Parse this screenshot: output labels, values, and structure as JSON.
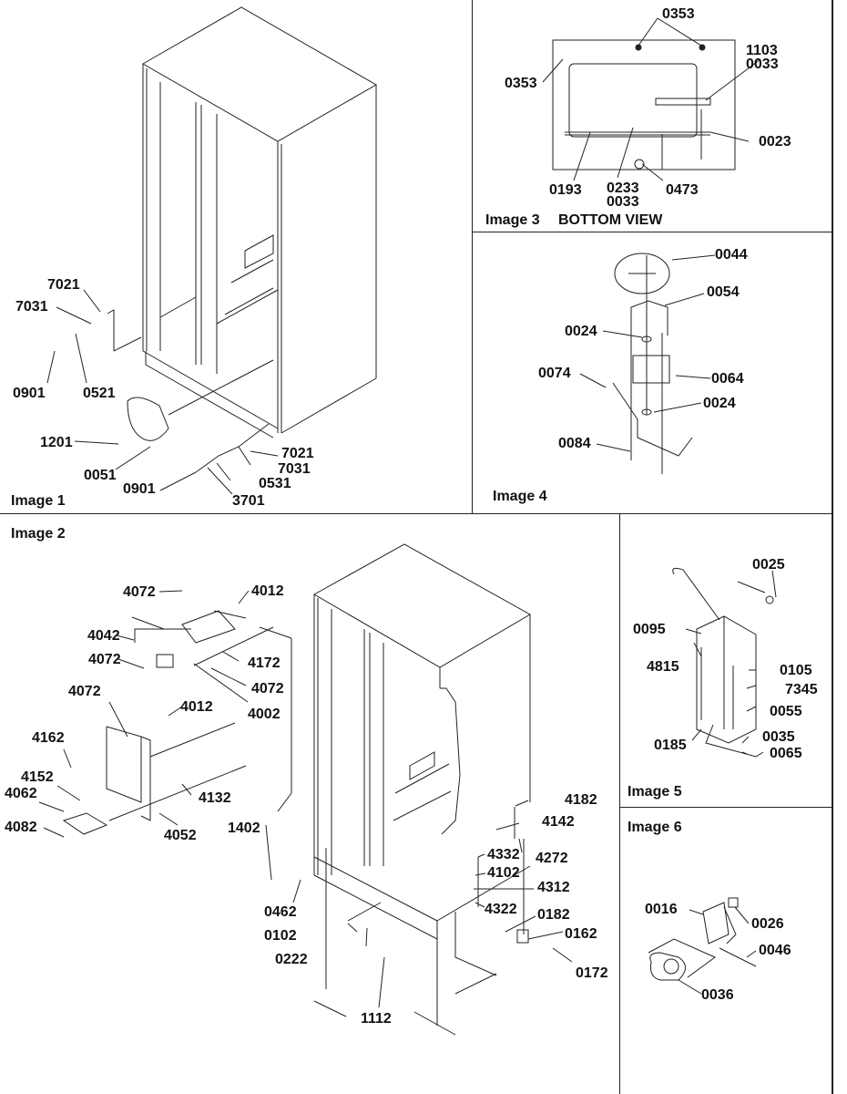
{
  "diagram": {
    "type": "exploded parts diagram",
    "subject": "side-by-side refrigerator cabinet assemblies"
  },
  "panels": [
    {
      "id": "image1",
      "title": "Image 1",
      "callouts": [
        "7021",
        "7031",
        "0901",
        "0521",
        "1201",
        "0051",
        "0901",
        "3701",
        "0531",
        "7031",
        "7021"
      ]
    },
    {
      "id": "image3",
      "title": "Image 3",
      "subtitle": "BOTTOM VIEW",
      "callouts": [
        "0353",
        "0353",
        "1103\n0033",
        "0023",
        "0193",
        "0233\n0033",
        "0473"
      ]
    },
    {
      "id": "image4",
      "title": "Image 4",
      "callouts": [
        "0044",
        "0054",
        "0024",
        "0064",
        "0074",
        "0024",
        "0084"
      ]
    },
    {
      "id": "image2",
      "title": "Image 2",
      "callouts": [
        "4072",
        "4012",
        "4042",
        "4072",
        "4172",
        "4072",
        "4002",
        "4072",
        "4012",
        "4162",
        "4152",
        "4062",
        "4132",
        "4082",
        "4052",
        "1402",
        "0462",
        "0102",
        "0222",
        "1112",
        "4182",
        "4142",
        "4332",
        "4272",
        "4102",
        "4312",
        "4322",
        "0182",
        "0162",
        "0172"
      ]
    },
    {
      "id": "image5",
      "title": "Image 5",
      "callouts": [
        "0025",
        "0095",
        "0105",
        "4815",
        "7345",
        "0055",
        "0035",
        "0185",
        "0065"
      ]
    },
    {
      "id": "image6",
      "title": "Image 6",
      "callouts": [
        "0016",
        "0026",
        "0046",
        "0036"
      ]
    }
  ]
}
